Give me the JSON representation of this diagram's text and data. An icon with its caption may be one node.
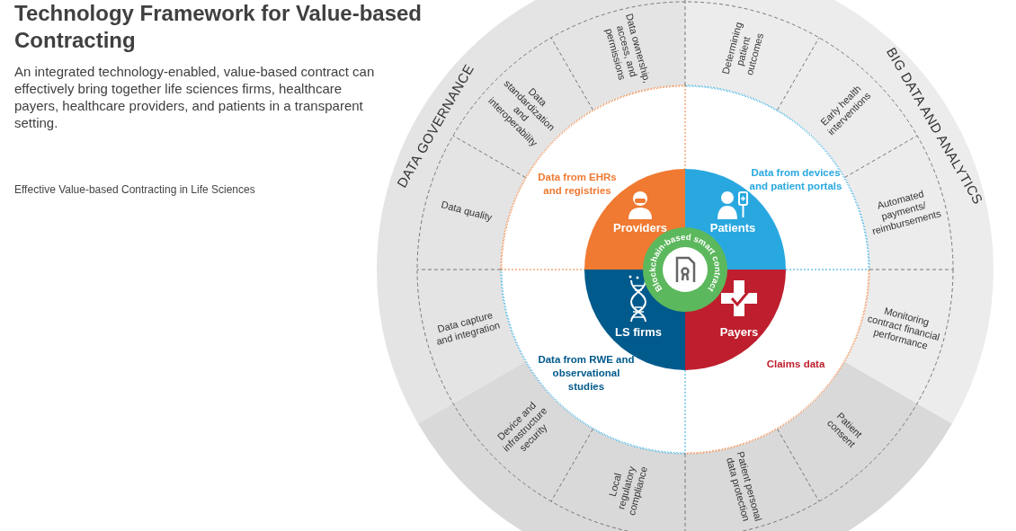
{
  "diagram": {
    "title": "Technology Framework for Value-based Contracting",
    "nodes": [
      {
        "text": [
          "DATA GOVERNANCE"
        ]
      },
      {
        "text": [
          "BIG DATA AND ANALYTICS"
        ]
      },
      {
        "text": [
          "Data ownership, access, and permissions"
        ]
      },
      {
        "text": [
          "Data standardization and interoperability"
        ]
      },
      {
        "text": [
          "Data quality"
        ]
      },
      {
        "text": [
          "Data capture and integration"
        ]
      },
      {
        "text": [
          "Device and infrastructure security"
        ]
      },
      {
        "text": [
          "Local regulatory compliance"
        ]
      },
      {
        "text": [
          "Determining patient outcomes"
        ]
      },
      {
        "text": [
          "Early health interventions"
        ]
      },
      {
        "text": [
          "Automated payments/ reimbursements"
        ]
      },
      {
        "text": [
          "Monitoring contract financial performance"
        ]
      },
      {
        "text": [
          "Patient consent"
        ]
      },
      {
        "text": [
          "Patient personal data protection"
        ]
      },
      {
        "text": [
          "Providers"
        ],
        "beside": [
          "Data from EHRs and registries"
        ]
      },
      {
        "text": [
          "Patients"
        ],
        "beside": [
          "Data from devices and patient portals"
        ]
      },
      {
        "text": [
          "LS firms"
        ],
        "beside": [
          "Data from RWE and observational studies"
        ]
      },
      {
        "text": [
          "Payers"
        ],
        "beside": [
          "Claims data"
        ]
      },
      {
        "text": [
          "Blockchain-based smart contract"
        ]
      }
    ],
    "labels": [
      "An integrated technology-enabled, value-based contract can effectively bring together life sciences firms, healthcare payers, healthcare providers, and patients in a transparent setting.",
      "Effective Value-based Contracting in Life Sciences"
    ]
  }
}
